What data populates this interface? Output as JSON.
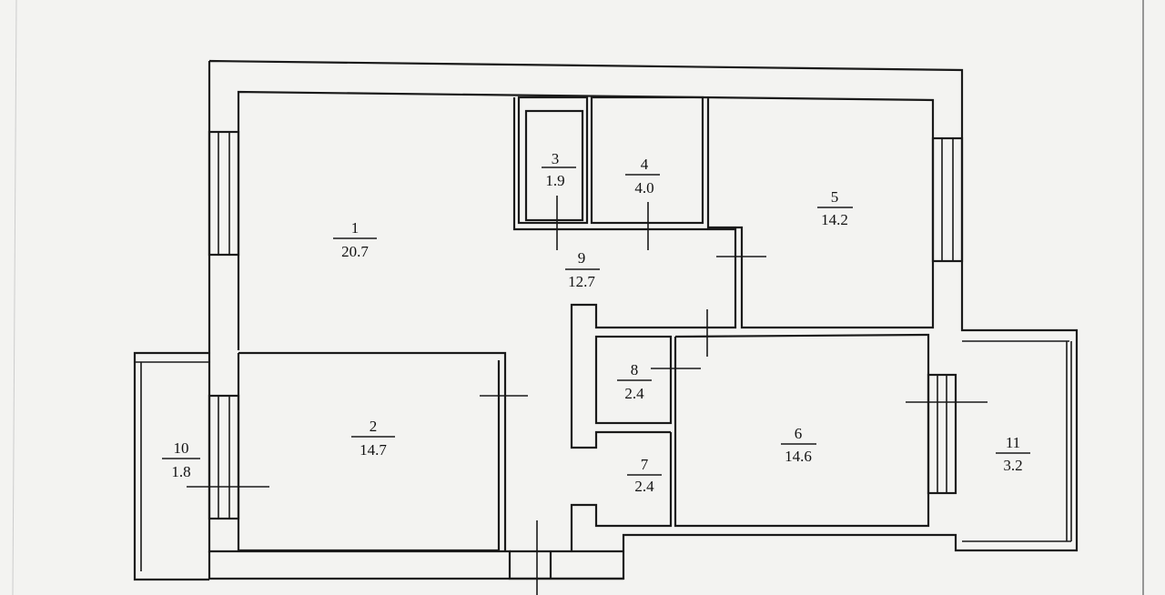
{
  "plan": {
    "rooms": [
      {
        "number": "1",
        "area": "20.7"
      },
      {
        "number": "2",
        "area": "14.7"
      },
      {
        "number": "3",
        "area": "1.9"
      },
      {
        "number": "4",
        "area": "4.0"
      },
      {
        "number": "5",
        "area": "14.2"
      },
      {
        "number": "6",
        "area": "14.6"
      },
      {
        "number": "7",
        "area": "2.4"
      },
      {
        "number": "8",
        "area": "2.4"
      },
      {
        "number": "9",
        "area": "12.7"
      },
      {
        "number": "10",
        "area": "1.8"
      },
      {
        "number": "11",
        "area": "3.2"
      }
    ]
  }
}
